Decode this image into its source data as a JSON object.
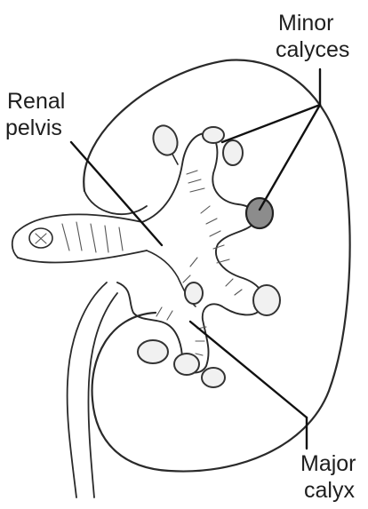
{
  "labels": {
    "minor_calyces_line1": "Minor",
    "minor_calyces_line2": "calyces",
    "renal_pelvis_line1": "Renal",
    "renal_pelvis_line2": "pelvis",
    "major_calyx_line1": "Major",
    "major_calyx_line2": "calyx"
  },
  "colors": {
    "ink": "#2a2a2a",
    "background": "#ffffff",
    "shaded_calyx": "#8c8c8c"
  }
}
